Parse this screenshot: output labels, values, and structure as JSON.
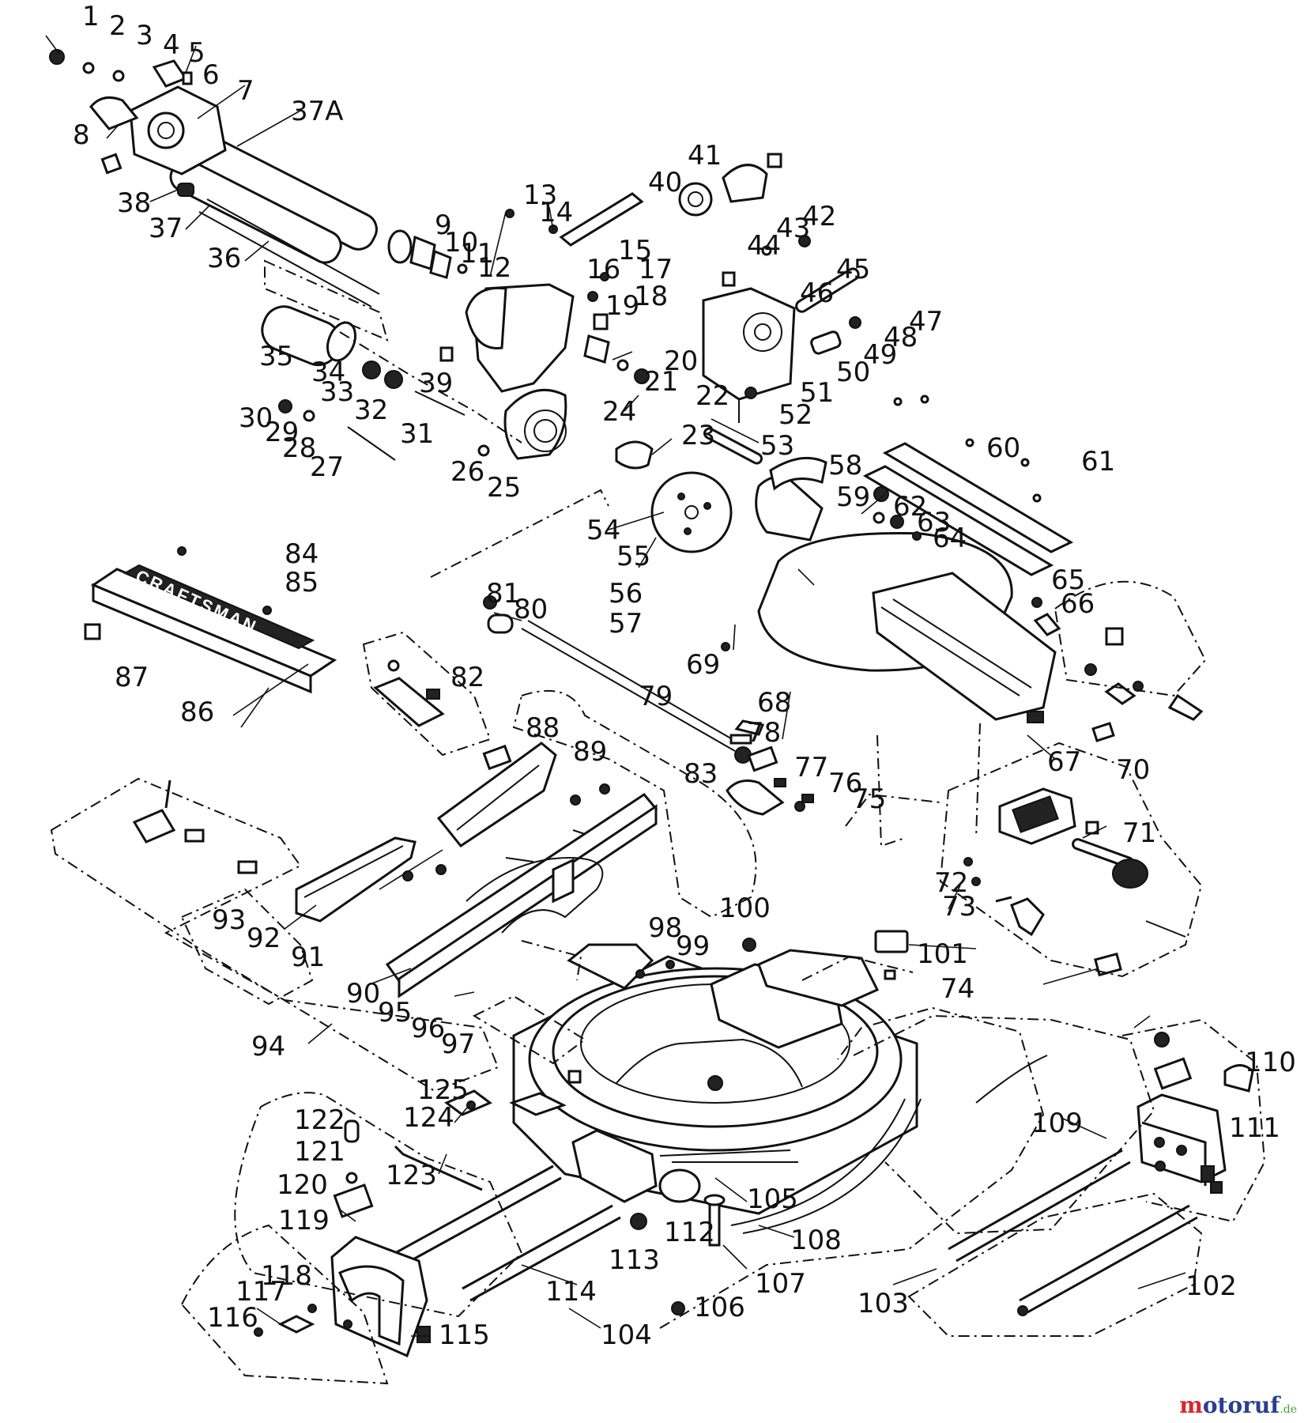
{
  "diagram": {
    "brand_label": "CRAFTSMAN",
    "callouts": [
      "1",
      "2",
      "3",
      "4",
      "5",
      "6",
      "7",
      "37A",
      "8",
      "38",
      "37",
      "36",
      "9",
      "10",
      "11",
      "12",
      "13",
      "14",
      "15",
      "16",
      "17",
      "18",
      "19",
      "35",
      "34",
      "33",
      "39",
      "32",
      "30",
      "29",
      "28",
      "27",
      "31",
      "26",
      "25",
      "20",
      "21",
      "22",
      "24",
      "23",
      "40",
      "41",
      "42",
      "43",
      "44",
      "45",
      "46",
      "47",
      "48",
      "49",
      "50",
      "51",
      "52",
      "53",
      "54",
      "55",
      "56",
      "57",
      "58",
      "59",
      "60",
      "61",
      "62",
      "63",
      "64",
      "65",
      "66",
      "84",
      "85",
      "87",
      "86",
      "81",
      "80",
      "82",
      "79",
      "69",
      "68",
      "67",
      "70",
      "78",
      "88",
      "89",
      "83",
      "77",
      "76",
      "75",
      "71",
      "72",
      "73",
      "74",
      "93",
      "92",
      "91",
      "90",
      "95",
      "96",
      "97",
      "94",
      "98",
      "99",
      "100",
      "101",
      "125",
      "124",
      "123",
      "122",
      "121",
      "120",
      "119",
      "118",
      "117",
      "116",
      "115",
      "114",
      "113",
      "112",
      "111",
      "110",
      "109",
      "108",
      "107",
      "106",
      "105",
      "104",
      "103",
      "102"
    ]
  },
  "watermark": {
    "name": "motoruf",
    "tld": ".de",
    "color_m": "#d9262c",
    "color_rest": "#2b3f8f"
  }
}
